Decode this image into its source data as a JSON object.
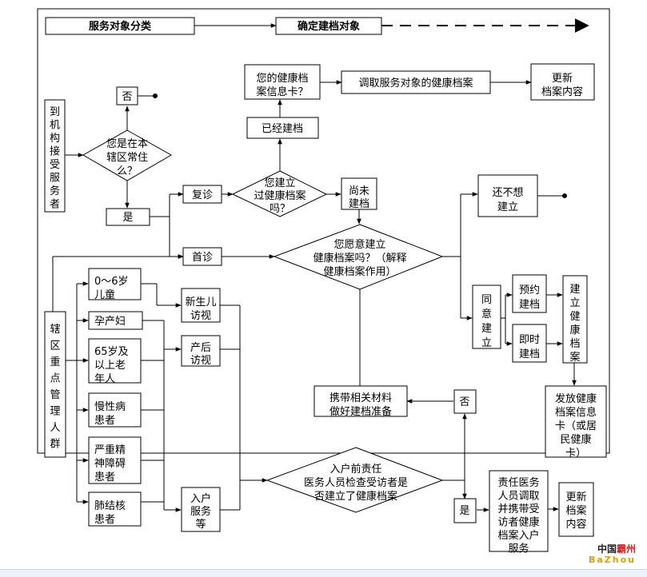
{
  "header": {
    "service_classification": "服务对象分类",
    "determine_record": "确定建档对象"
  },
  "nodes": {
    "arrive": [
      "到",
      "机",
      "构",
      "接",
      "受",
      "服",
      "务",
      "者"
    ],
    "no_top": "否",
    "resident_question": [
      "您是在本",
      "辖区常住",
      "么？"
    ],
    "yes_left": "是",
    "revisit": "复诊",
    "first_visit": "首诊",
    "built_before_question": [
      "您建立",
      "过健康档案",
      "吗？"
    ],
    "already_built": "已经建档",
    "card_question": [
      "您的健康档",
      "案信息卡？"
    ],
    "retrieve_record": "调取服务对象的健康档案",
    "update_record_top": [
      "更新",
      "档案内容"
    ],
    "not_yet": [
      "尚未",
      "建档"
    ],
    "willing_question": [
      "您愿意建立",
      "健康档案吗？（解释",
      "健康档案作用）"
    ],
    "not_want": [
      "还不想",
      "建立"
    ],
    "agree": [
      "同",
      "意",
      "建",
      "立"
    ],
    "appointment": [
      "预约",
      "建档"
    ],
    "immediate": [
      "即时",
      "建档"
    ],
    "establish": [
      "建",
      "立",
      "健",
      "康",
      "档",
      "案"
    ],
    "issue_card": [
      "发放健康",
      "档案信息",
      "卡（或居",
      "民健康",
      "卡）"
    ],
    "key_population": [
      "辖",
      "区",
      "重",
      "点",
      "管",
      "理",
      "人",
      "群"
    ],
    "child": [
      "0～6岁",
      "儿童"
    ],
    "pregnant": "孕产妇",
    "elderly": [
      "65岁及",
      "以上老",
      "年人"
    ],
    "chronic": [
      "慢性病",
      "患者"
    ],
    "mental": [
      "严重精",
      "神障碍",
      "患者"
    ],
    "tb": [
      "肺结核",
      "患者"
    ],
    "newborn_visit": [
      "新生儿",
      "访视"
    ],
    "postpartum_visit": [
      "产后",
      "访视"
    ],
    "home_service": [
      "入户",
      "服务",
      "等"
    ],
    "prepare_material": [
      "携带相关材料",
      "做好建档准备"
    ],
    "no_mid": "否",
    "home_check_question": [
      "入户前责任",
      "医务人员检查受访者是",
      "否建立了健康档案"
    ],
    "yes_bottom": "是",
    "doctor_brings": [
      "责任医务",
      "人员调取",
      "并携带受",
      "访者健康",
      "档案入户",
      "服务"
    ],
    "update_record_bottom": [
      "更新",
      "档案",
      "内容"
    ]
  },
  "watermark": {
    "line1_a": "中国",
    "line1_b": "霸州",
    "line2": "BaZhou"
  }
}
